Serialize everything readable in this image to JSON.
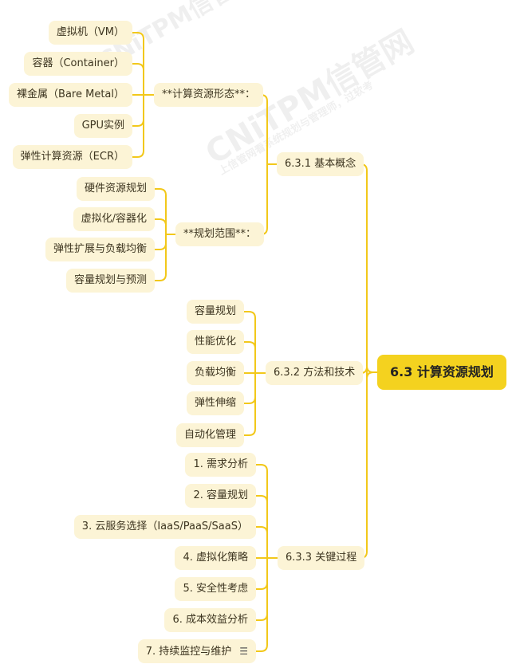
{
  "watermark": {
    "brand": "CNiTPM信管网",
    "slogan": "上信管网看系统规划与管理师，过软考"
  },
  "root": {
    "label": "6.3 计算资源规划"
  },
  "branches": [
    {
      "label": "6.3.1 基本概念",
      "groups": [
        {
          "label": "**计算资源形态**：",
          "items": [
            "虚拟机（VM）",
            "容器（Container）",
            "裸金属（Bare Metal）",
            "GPU实例",
            "弹性计算资源（ECR）"
          ]
        },
        {
          "label": "**规划范围**：",
          "items": [
            "硬件资源规划",
            "虚拟化/容器化",
            "弹性扩展与负载均衡",
            "容量规划与预测"
          ]
        }
      ]
    },
    {
      "label": "6.3.2 方法和技术",
      "items": [
        "容量规划",
        "性能优化",
        "负载均衡",
        "弹性伸缩",
        "自动化管理"
      ]
    },
    {
      "label": "6.3.3 关键过程",
      "items": [
        "1. 需求分析",
        "2. 容量规划",
        "3. 云服务选择（IaaS/PaaS/SaaS）",
        "4. 虚拟化策略",
        "5. 安全性考虑",
        "6. 成本效益分析",
        "7. 持续监控与维护"
      ]
    }
  ],
  "colors": {
    "line": "#f2c81a",
    "node": "#fcf4d6",
    "root": "#f4d21f"
  }
}
